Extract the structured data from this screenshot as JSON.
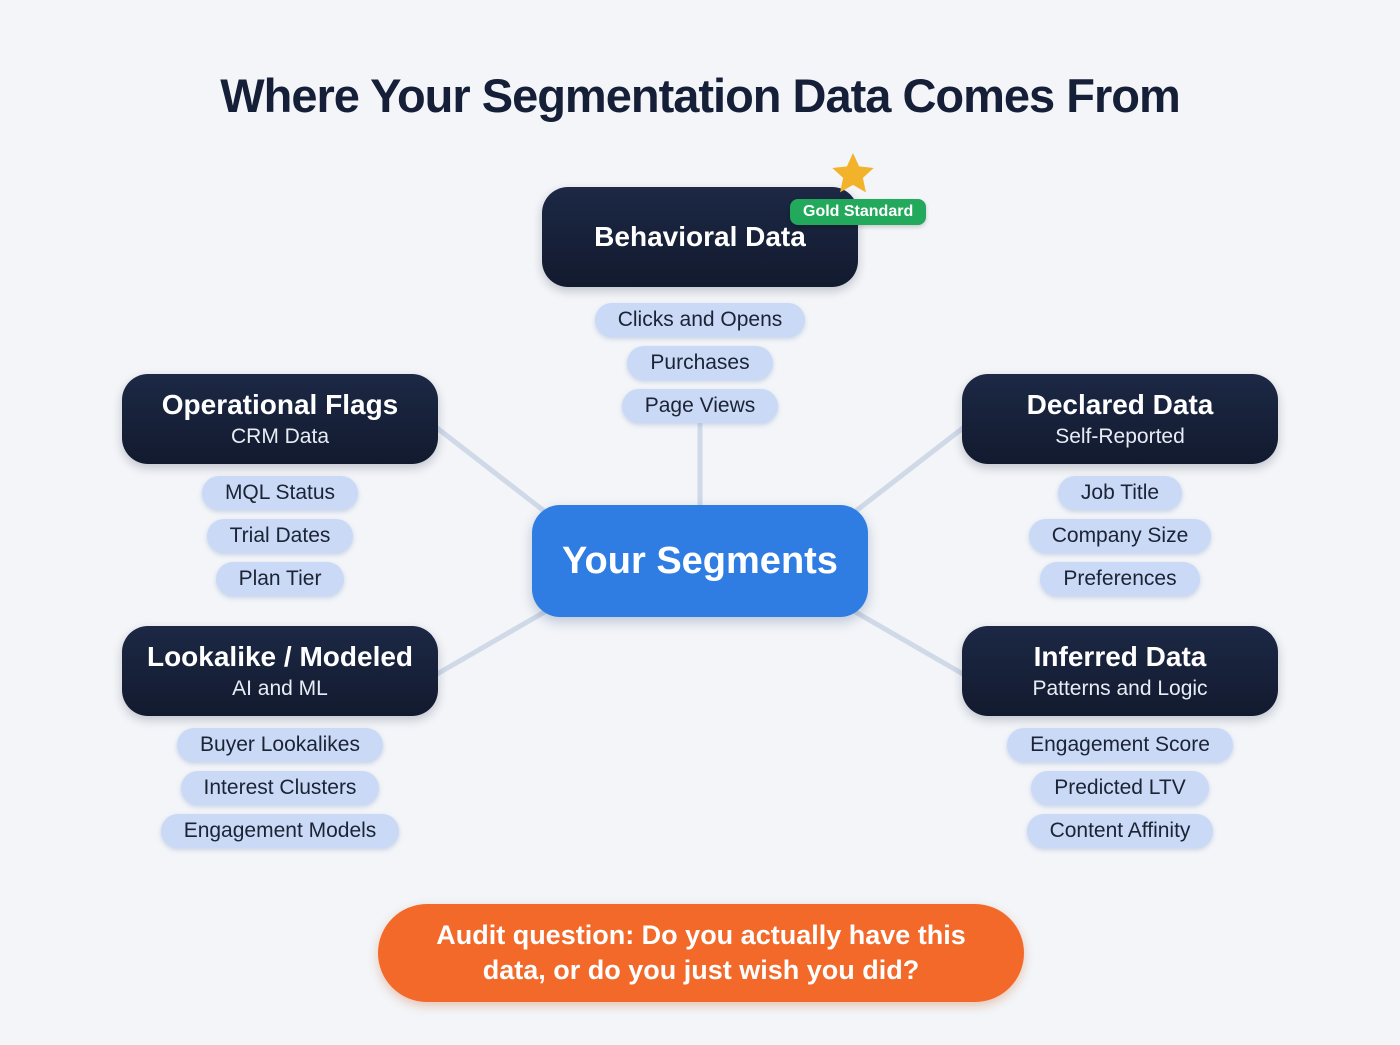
{
  "title": "Where Your Segmentation Data Comes From",
  "center": {
    "label": "Your Segments"
  },
  "badge": {
    "label": "Gold Standard"
  },
  "nodes": [
    {
      "title": "Behavioral Data",
      "subtitle": "",
      "pills": [
        "Clicks and Opens",
        "Purchases",
        "Page Views"
      ]
    },
    {
      "title": "Operational Flags",
      "subtitle": "CRM Data",
      "pills": [
        "MQL Status",
        "Trial Dates",
        "Plan Tier"
      ]
    },
    {
      "title": "Declared Data",
      "subtitle": "Self-Reported",
      "pills": [
        "Job Title",
        "Company Size",
        "Preferences"
      ]
    },
    {
      "title": "Lookalike / Modeled",
      "subtitle": "AI and ML",
      "pills": [
        "Buyer Lookalikes",
        "Interest Clusters",
        "Engagement Models"
      ]
    },
    {
      "title": "Inferred Data",
      "subtitle": "Patterns and Logic",
      "pills": [
        "Engagement Score",
        "Predicted LTV",
        "Content Affinity"
      ]
    }
  ],
  "footer": {
    "question": "Audit question: Do you actually have this data, or do you just wish you did?"
  },
  "colors": {
    "background": "#F3F5F8",
    "node_navy": "#16203A",
    "center_blue": "#2F7DE2",
    "pill_blue": "#C9D9F6",
    "badge_green": "#23A95C",
    "star_gold": "#F2B32A",
    "banner_orange": "#F2692A",
    "connector": "#CFD9E7",
    "title_text": "#161F38"
  }
}
